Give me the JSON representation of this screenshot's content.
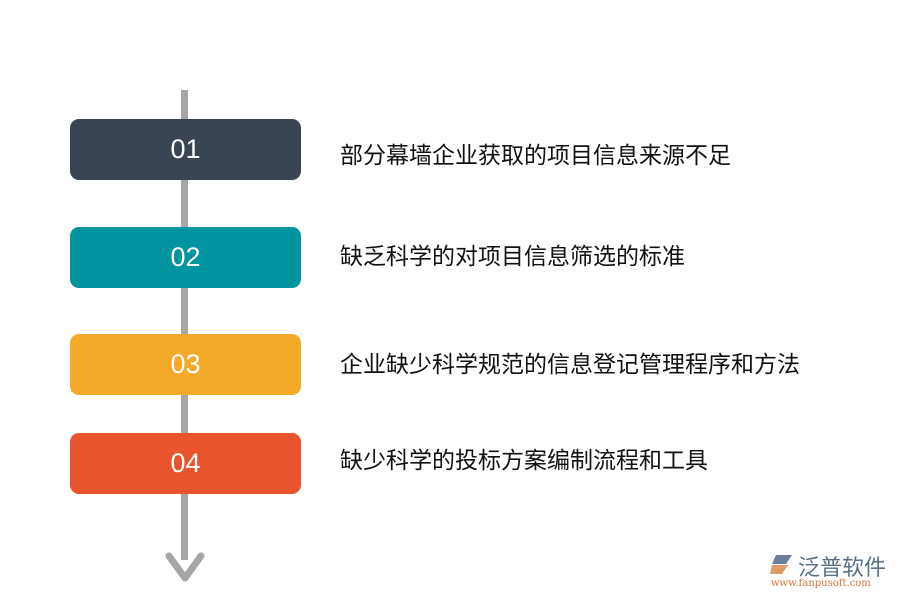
{
  "steps": [
    {
      "num": "01",
      "text": "部分幕墙企业获取的项目信息来源不足",
      "color": "#3a4553"
    },
    {
      "num": "02",
      "text": "缺乏科学的对项目信息筛选的标准",
      "color": "#0093a0"
    },
    {
      "num": "03",
      "text": "企业缺少科学规范的信息登记管理程序和方法",
      "color": "#f5a928"
    },
    {
      "num": "04",
      "text": "缺少科学的投标方案编制流程和工具",
      "color": "#e8552d"
    }
  ],
  "axis_color": "#a6a6a6",
  "logo": {
    "name": "泛普软件",
    "url": "www.fanpusoft.com"
  }
}
